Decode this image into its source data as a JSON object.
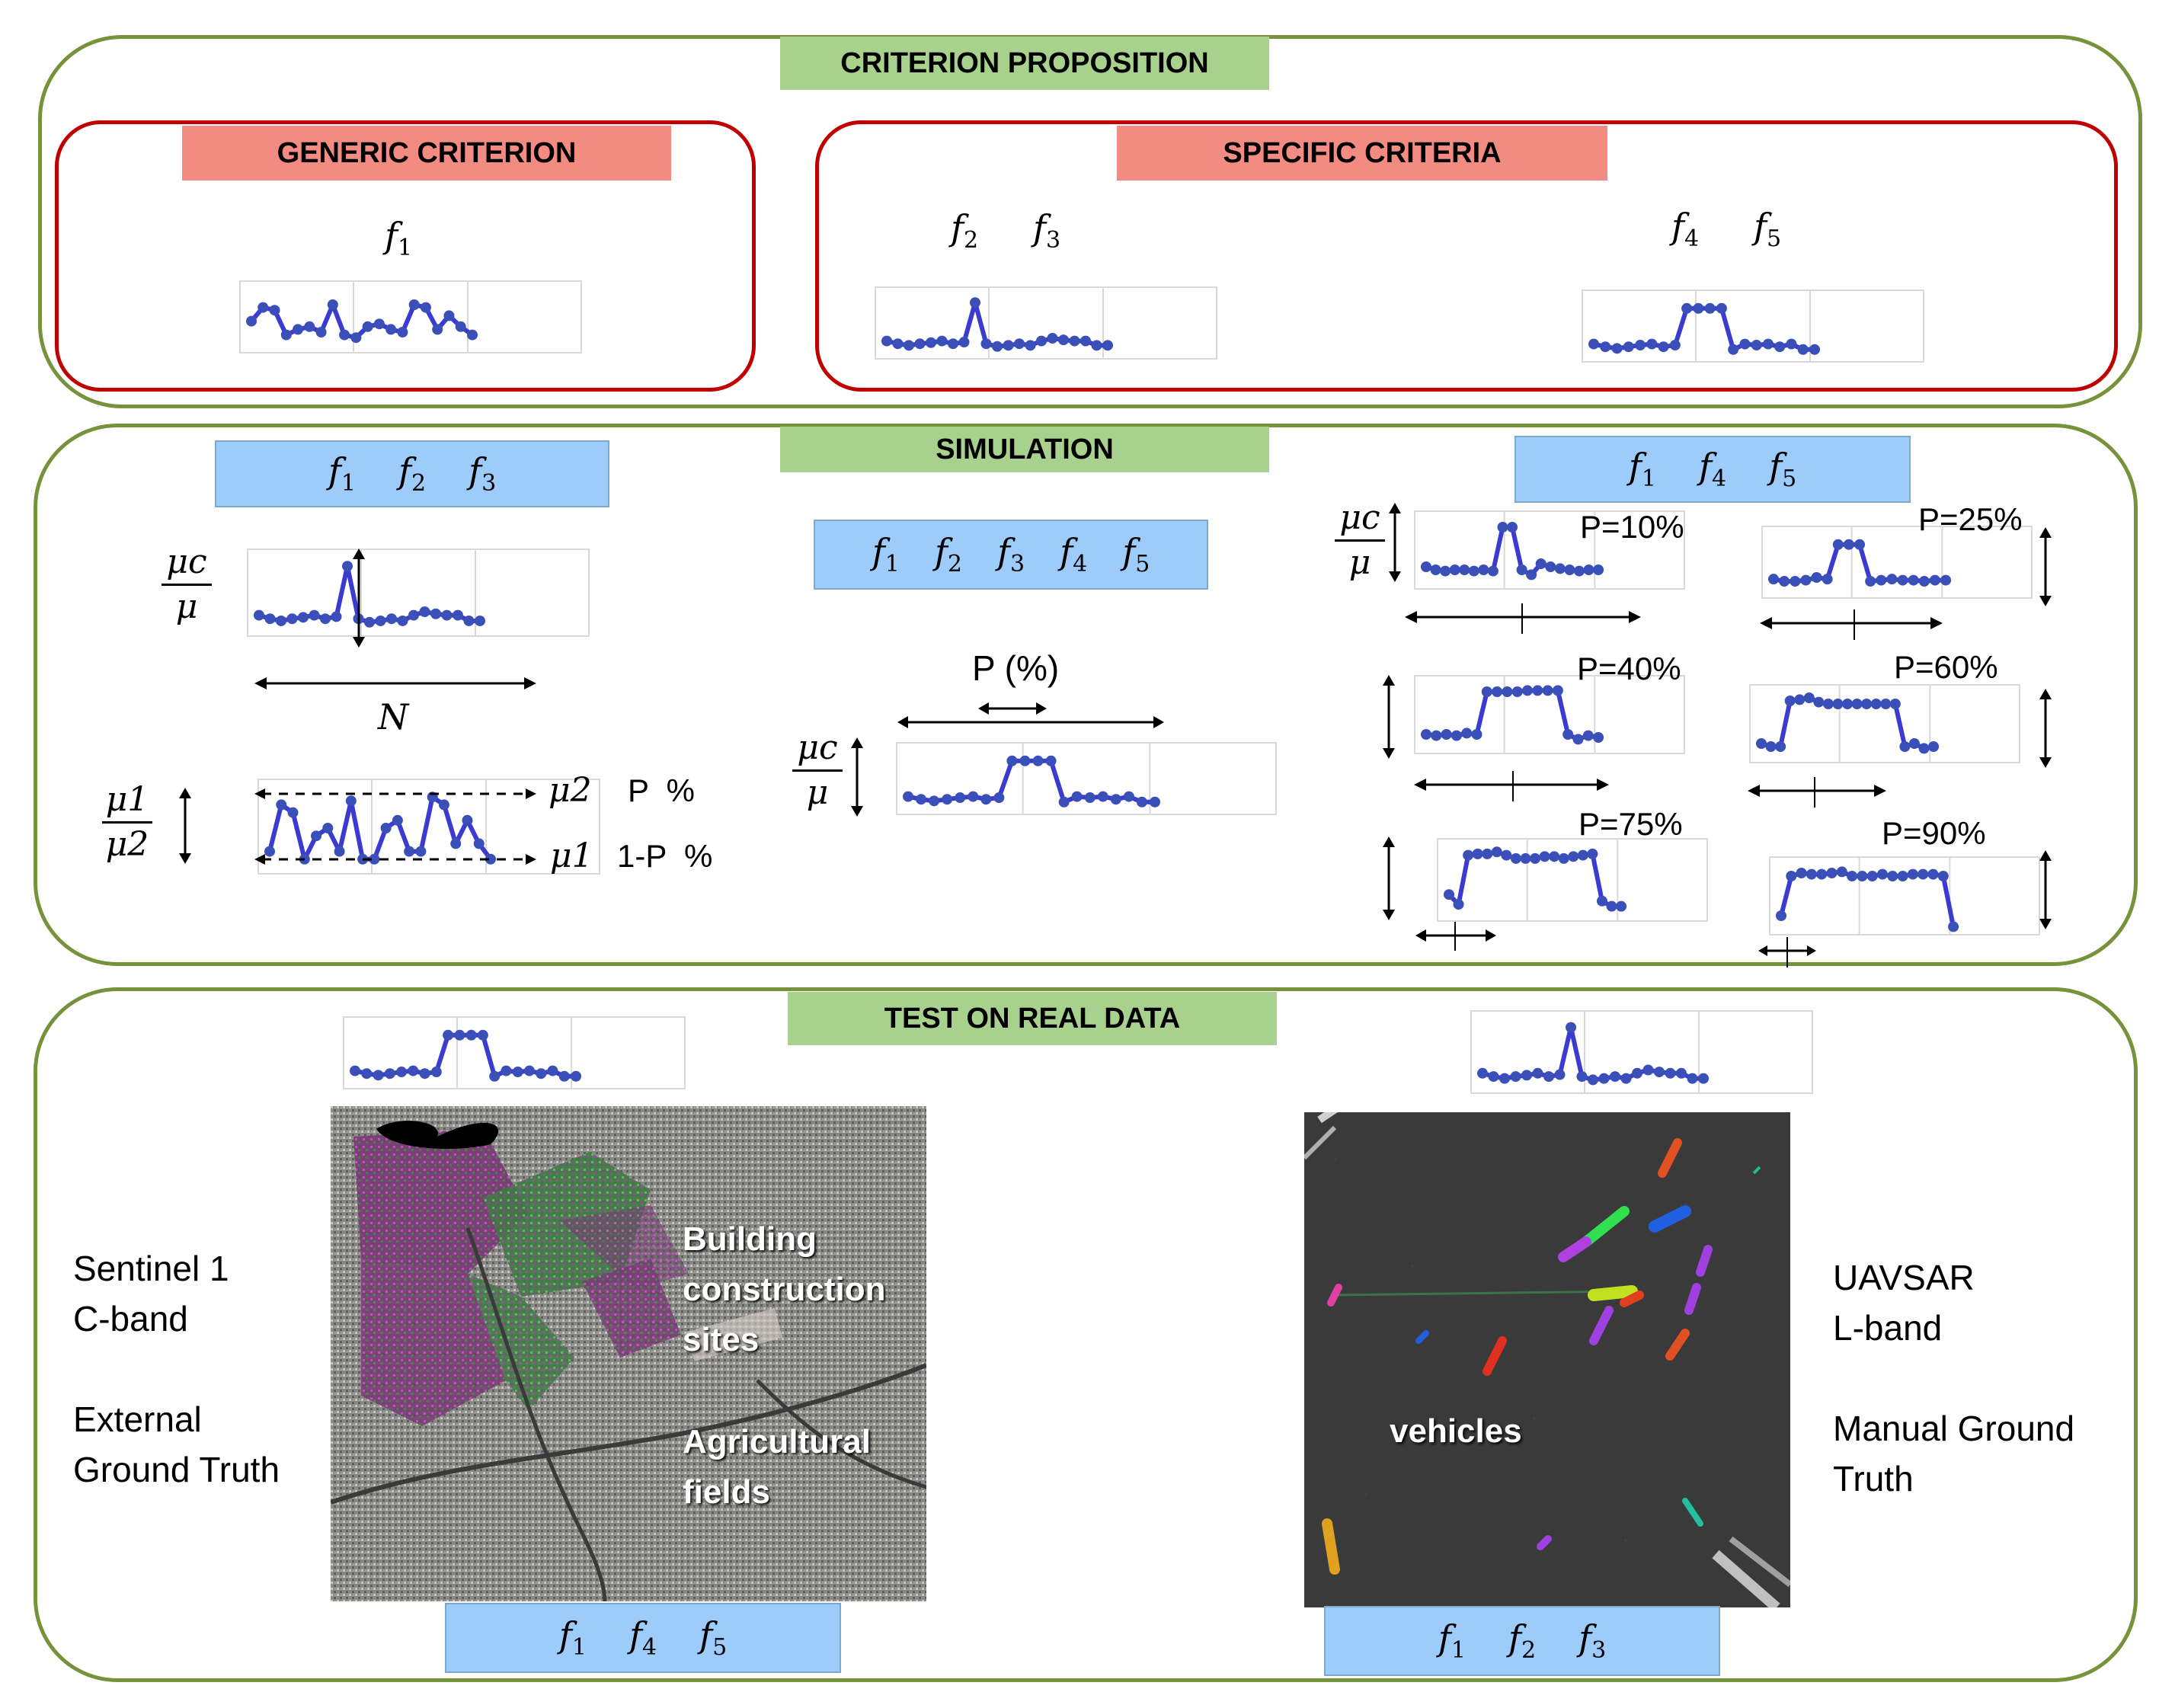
{
  "sections": {
    "criterion": {
      "title": "CRITERION PROPOSITION",
      "generic_title": "GENERIC CRITERION",
      "specific_title": "SPECIFIC CRITERIA",
      "generic_label": [
        "f",
        "1"
      ],
      "specific_labels_a": [
        [
          "f",
          "2"
        ],
        [
          "f",
          "3"
        ]
      ],
      "specific_labels_b": [
        [
          "f",
          "4"
        ],
        [
          "f",
          "5"
        ]
      ]
    },
    "simulation": {
      "title": "SIMULATION",
      "left_box": [
        [
          "f",
          "1"
        ],
        [
          "f",
          "2"
        ],
        [
          "f",
          "3"
        ]
      ],
      "center_box": [
        [
          "f",
          "1"
        ],
        [
          "f",
          "2"
        ],
        [
          "f",
          "3"
        ],
        [
          "f",
          "4"
        ],
        [
          "f",
          "5"
        ]
      ],
      "right_box": [
        [
          "f",
          "1"
        ],
        [
          "f",
          "4"
        ],
        [
          "f",
          "5"
        ]
      ],
      "ratio_c_num": "μc",
      "ratio_c_den": "μ",
      "n_label": "N",
      "ratio12_num": "μ1",
      "ratio12_den": "μ2",
      "mu2_label": "μ2",
      "mu1_label": "μ1",
      "p_percent": "P  %",
      "one_minus_p": "1-P  %",
      "p_axis": "P (%)",
      "p_labels": [
        "P=10%",
        "P=25%",
        "P=40%",
        "P=60%",
        "P=75%",
        "P=90%"
      ]
    },
    "real_data": {
      "title": "TEST ON REAL DATA",
      "left_desc": "Sentinel 1\nC-band\n\nExternal\nGround Truth",
      "right_desc": "UAVSAR\nL-band\n\nManual Ground\nTruth",
      "left_overlay_1": "Building\nconstruction\nsites",
      "left_overlay_2": "Agricultural\nfields",
      "right_overlay": "vehicles",
      "left_box": [
        [
          "f",
          "1"
        ],
        [
          "f",
          "4"
        ],
        [
          "f",
          "5"
        ]
      ],
      "right_box": [
        [
          "f",
          "1"
        ],
        [
          "f",
          "2"
        ],
        [
          "f",
          "3"
        ]
      ]
    }
  },
  "colors": {
    "panel_border": "#76933c",
    "green_title": "#a9d18e",
    "red_border": "#c00000",
    "red_title": "#f28b82",
    "blue_box": "#9dcbfa",
    "series_line": "#3b3bd1",
    "series_marker": "#3a50b8"
  },
  "mini_series": {
    "generic": [
      0.45,
      0.7,
      0.65,
      0.2,
      0.3,
      0.35,
      0.25,
      0.75,
      0.2,
      0.15,
      0.35,
      0.4,
      0.3,
      0.25,
      0.75,
      0.7,
      0.3,
      0.55,
      0.35,
      0.2
    ],
    "peak_single": [
      0.2,
      0.15,
      0.12,
      0.15,
      0.17,
      0.2,
      0.15,
      0.18,
      0.9,
      0.15,
      0.1,
      0.12,
      0.15,
      0.12,
      0.2,
      0.25,
      0.22,
      0.2,
      0.2,
      0.12,
      0.12
    ],
    "plateau": [
      0.2,
      0.15,
      0.12,
      0.15,
      0.18,
      0.2,
      0.15,
      0.18,
      0.85,
      0.85,
      0.85,
      0.85,
      0.1,
      0.2,
      0.18,
      0.2,
      0.15,
      0.2,
      0.1,
      0.1
    ],
    "p10": [
      0.25,
      0.2,
      0.18,
      0.2,
      0.2,
      0.18,
      0.2,
      0.18,
      0.9,
      0.9,
      0.2,
      0.12,
      0.3,
      0.25,
      0.22,
      0.2,
      0.18,
      0.2,
      0.2
    ],
    "p25": [
      0.22,
      0.18,
      0.18,
      0.2,
      0.25,
      0.22,
      0.85,
      0.85,
      0.85,
      0.18,
      0.2,
      0.22,
      0.2,
      0.2,
      0.18,
      0.2,
      0.2
    ],
    "p40": [
      0.2,
      0.18,
      0.2,
      0.18,
      0.22,
      0.2,
      0.9,
      0.9,
      0.9,
      0.9,
      0.92,
      0.92,
      0.92,
      0.92,
      0.2,
      0.12,
      0.18,
      0.15
    ],
    "p60": [
      0.2,
      0.15,
      0.15,
      0.9,
      0.92,
      0.95,
      0.88,
      0.85,
      0.85,
      0.85,
      0.85,
      0.85,
      0.85,
      0.85,
      0.85,
      0.15,
      0.2,
      0.12,
      0.15
    ],
    "p75": [
      0.3,
      0.15,
      0.9,
      0.92,
      0.92,
      0.95,
      0.9,
      0.85,
      0.85,
      0.85,
      0.88,
      0.88,
      0.85,
      0.88,
      0.9,
      0.92,
      0.2,
      0.12,
      0.12
    ],
    "p90": [
      0.2,
      0.85,
      0.9,
      0.88,
      0.88,
      0.9,
      0.92,
      0.85,
      0.85,
      0.85,
      0.88,
      0.85,
      0.85,
      0.88,
      0.88,
      0.88,
      0.85,
      0.02
    ],
    "two_level": [
      0.2,
      0.8,
      0.7,
      0.1,
      0.4,
      0.5,
      0.2,
      0.85,
      0.1,
      0.1,
      0.5,
      0.6,
      0.2,
      0.2,
      0.9,
      0.8,
      0.3,
      0.6,
      0.3,
      0.1
    ]
  }
}
